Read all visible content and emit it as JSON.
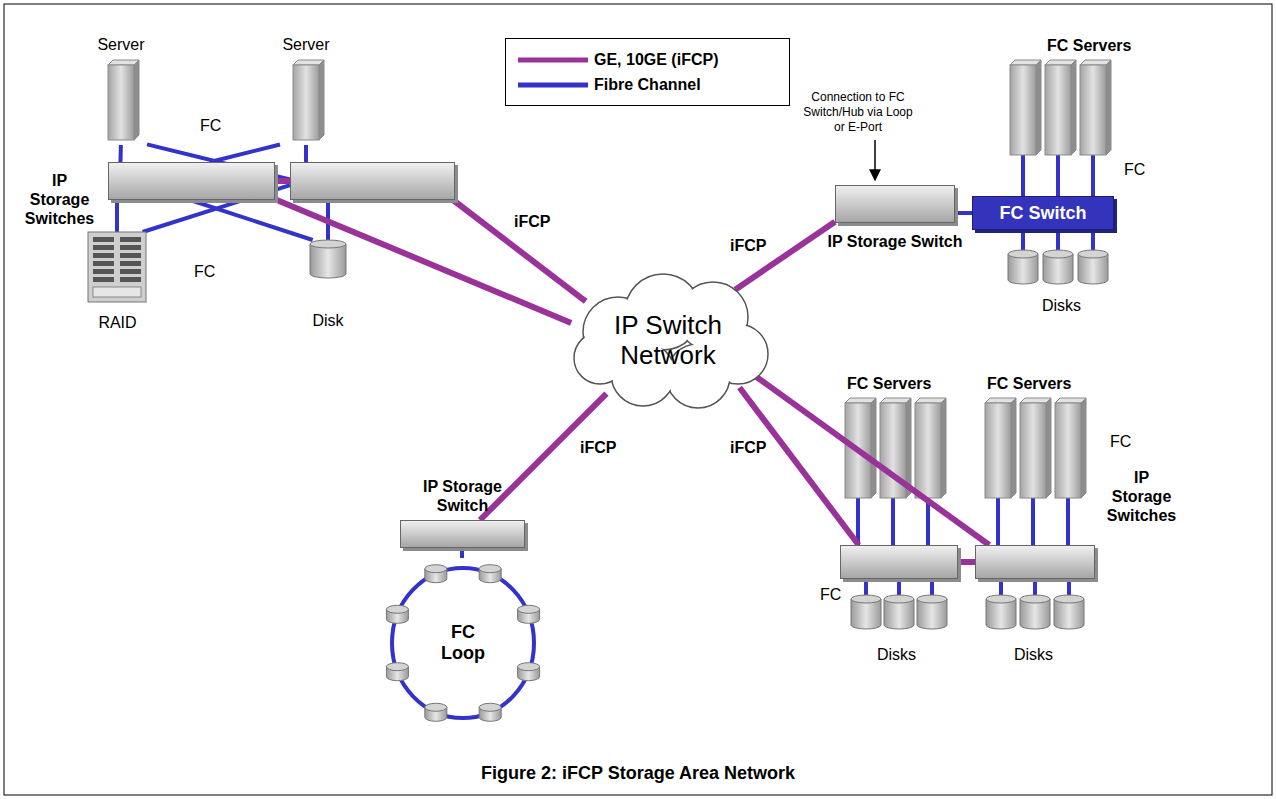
{
  "diagram": {
    "caption": "Figure 2: iFCP Storage Area Network",
    "nodes": [
      {
        "text": [
          "Server"
        ]
      },
      {
        "text": [
          "Server"
        ]
      },
      {
        "text": [
          "IP Storage Switches"
        ]
      },
      {
        "text": []
      },
      {
        "text": [
          "RAID"
        ]
      },
      {
        "text": [
          "Disk"
        ]
      },
      {
        "text": [
          "IP Storage Switch"
        ]
      },
      {
        "text": [
          "FC Switch"
        ]
      },
      {
        "text": [
          "IP Switch Network"
        ]
      },
      {
        "text": [
          "IP Storage Switch"
        ]
      },
      {
        "text": [
          "FC Loop"
        ]
      },
      {
        "text": []
      },
      {
        "text": [
          "IP Storage Switches"
        ]
      }
    ],
    "edges": [
      {
        "from": 0,
        "to": 2,
        "arrow": "none"
      },
      {
        "from": 0,
        "to": 3,
        "arrow": "none"
      },
      {
        "from": 1,
        "to": 2,
        "arrow": "none"
      },
      {
        "from": 1,
        "to": 3,
        "arrow": "none"
      },
      {
        "from": 4,
        "to": 2,
        "arrow": "none"
      },
      {
        "from": 4,
        "to": 3,
        "arrow": "none"
      },
      {
        "from": 5,
        "to": 2,
        "arrow": "none"
      },
      {
        "from": 5,
        "to": 3,
        "arrow": "none"
      },
      {
        "from": 2,
        "to": 3,
        "arrow": "none"
      },
      {
        "from": 2,
        "to": 8,
        "arrow": "none"
      },
      {
        "from": 3,
        "to": 8,
        "label": "iFCP",
        "arrow": "none"
      },
      {
        "from": 6,
        "to": 8,
        "label": "iFCP",
        "arrow": "none"
      },
      {
        "from": 6,
        "to": 7,
        "arrow": "none"
      },
      {
        "from": 9,
        "to": 8,
        "label": "iFCP",
        "arrow": "none"
      },
      {
        "from": 9,
        "to": 10,
        "arrow": "none"
      },
      {
        "from": 8,
        "to": 11,
        "label": "iFCP",
        "arrow": "none"
      },
      {
        "from": 8,
        "to": 12,
        "arrow": "none"
      },
      {
        "from": 11,
        "to": 12,
        "arrow": "none"
      }
    ],
    "labels": [
      "FC",
      "FC",
      "Connection to FC Switch/Hub via Loop or E-Port",
      "FC Servers",
      "FC",
      "Disks",
      "FC Servers",
      "FC Servers",
      "FC",
      "FC",
      "Disks",
      "Disks"
    ],
    "legend": [
      {
        "text": "GE, 10GE (iFCP)",
        "color": "#993399"
      },
      {
        "text": "Fibre Channel",
        "color": "#3333cc"
      }
    ]
  }
}
